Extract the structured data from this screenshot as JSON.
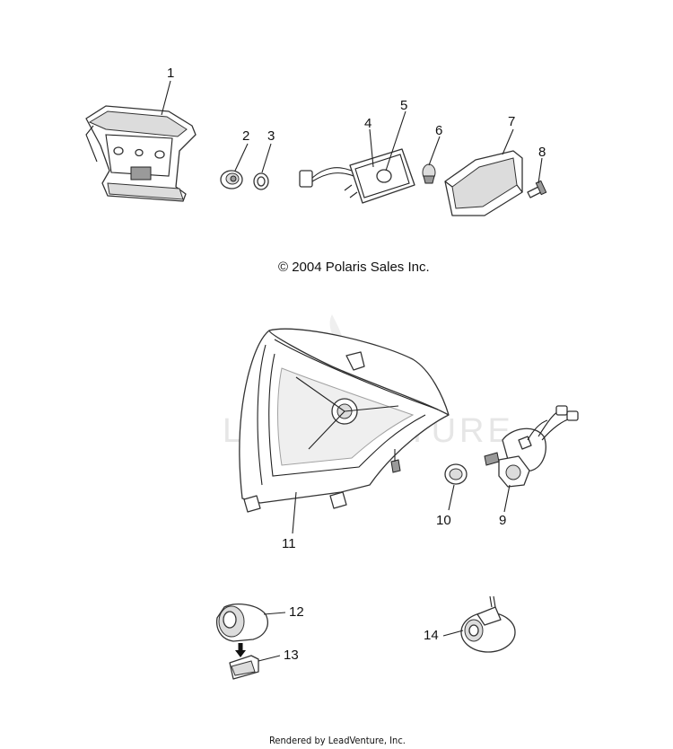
{
  "copyright": "© 2004 Polaris Sales Inc.",
  "footer": "Rendered by LeadVenture, Inc.",
  "watermark": "LEADVENTURE",
  "callouts": [
    "1",
    "2",
    "3",
    "4",
    "5",
    "6",
    "7",
    "8",
    "9",
    "10",
    "11",
    "12",
    "13",
    "14"
  ],
  "parts": [
    {
      "id": "1",
      "icon": "taillight-housing-icon"
    },
    {
      "id": "2",
      "icon": "grommet-icon"
    },
    {
      "id": "3",
      "icon": "washer-icon"
    },
    {
      "id": "4",
      "icon": "wire-harness-icon"
    },
    {
      "id": "5",
      "icon": "bulb-socket-plate-icon"
    },
    {
      "id": "6",
      "icon": "bulb-icon"
    },
    {
      "id": "7",
      "icon": "taillight-lens-icon"
    },
    {
      "id": "8",
      "icon": "screw-icon"
    },
    {
      "id": "9",
      "icon": "headlight-socket-harness-icon"
    },
    {
      "id": "10",
      "icon": "headlight-bulb-icon"
    },
    {
      "id": "11",
      "icon": "headlight-assembly-icon"
    },
    {
      "id": "12",
      "icon": "turn-signal-lamp-icon"
    },
    {
      "id": "13",
      "icon": "turn-signal-lens-icon"
    },
    {
      "id": "14",
      "icon": "marker-lamp-icon"
    }
  ]
}
